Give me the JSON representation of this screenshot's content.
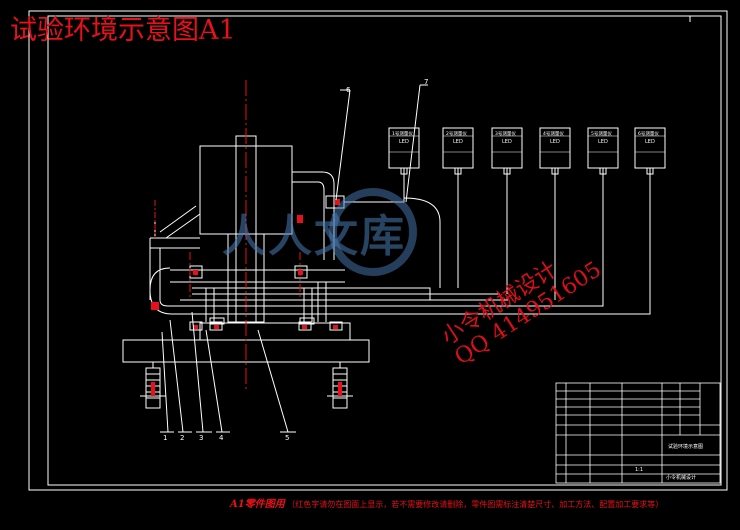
{
  "title": "试验环境示意图A1",
  "caption": {
    "label": "A1零件图用",
    "body": "（红色字请勿在图面上显示，若不需要修改请删除，零件图需标注清楚尺寸、加工方法、配置加工要求等）"
  },
  "watermark": {
    "site": "人人文库",
    "name": "小令机械设计",
    "qq": "QQ 414951605"
  },
  "leader_numbers": [
    "1",
    "2",
    "3",
    "4",
    "5",
    "6",
    "7"
  ],
  "sensors": [
    {
      "name": "1号测量仪",
      "led": "LED"
    },
    {
      "name": "2号测量仪",
      "led": "LED"
    },
    {
      "name": "3号测量仪",
      "led": "LED"
    },
    {
      "name": "4号测量仪",
      "led": "LED"
    },
    {
      "name": "5号测量仪",
      "led": "LED"
    },
    {
      "name": "6号测量仪",
      "led": "LED"
    }
  ],
  "title_block": {
    "drawing_name": "试验环境示意图",
    "company": "小令机械设计",
    "scale": "1:1"
  },
  "colors": {
    "background": "#000000",
    "line": "#ffffff",
    "center_line": "#e8101a",
    "watermark_text": "#e8101a",
    "watermark_logo": "#4a7cb5"
  }
}
